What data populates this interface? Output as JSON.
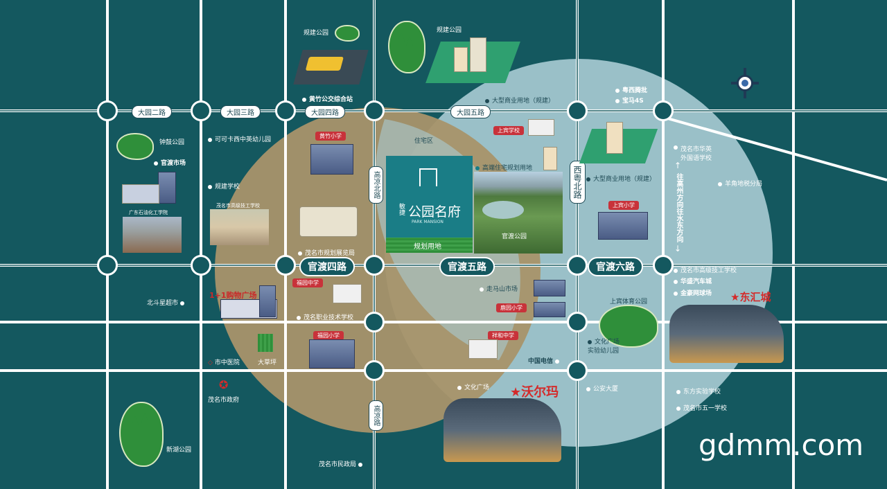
{
  "roads": {
    "h_top": [
      "大园二路",
      "大园三路",
      "大园四路",
      "大园五路"
    ],
    "h_mid": [
      "官渡四路",
      "官渡五路",
      "官渡六路"
    ],
    "v_left": "高凉北路",
    "v_right": "西粤北路",
    "v_bottom": "高凉路"
  },
  "project": {
    "brand": "敏捷",
    "name": "公园名府",
    "name_en": "PARK MANSION",
    "planned_land": "规划用地",
    "residential_zone": "住宅区",
    "high_end_land": "高端住宅规划用地",
    "park_label": "官渡公园"
  },
  "places": {
    "top_left_park": "规建公园",
    "top_mid_park": "规建公园",
    "bus_station": "黄竹公交综合站",
    "commercial_north": "大型商业用地（规建）",
    "commercial_east": "大型商业用地（规建）",
    "car_4s_1": "粤西腾批",
    "car_4s_2": "宝马4S",
    "zhonggu_park": "钟鼓公园",
    "guandu_market": "官渡市场",
    "kindergarten": "可可卡西中英幼儿园",
    "planned_school": "规建学校",
    "petro_school": "广东石油化工学院",
    "tech_school": "茂名市高级技工学校",
    "huangzhu_primary": "黄竹小学",
    "planning_hall": "茂名市规划展览局",
    "shopping_plaza": "1+1购物广场",
    "beidou": "北斗星超市",
    "vocational": "茂名职业技术学校",
    "jiaoyuan_middle": "福园中学",
    "fuyuan_primary": "福园小学",
    "chinese_medicine": "市中医院",
    "lawn": "大草坪",
    "gov": "茂名市政府",
    "xinhu_park": "新湖公园",
    "civil_affairs": "茂名市民政局",
    "zoushan_market": "走马山市场",
    "zhiyuan_primary": "鹿园小学",
    "xiangzhong_middle": "祥和中学",
    "china_telecom": "中国电信",
    "culture_square": "文化广场",
    "walmart": "沃尔玛",
    "shangbin_primary": "上宾小学",
    "shangbin_school": "上宾学校",
    "sports_park": "上宾体育公园",
    "culture_kinder": "文化广场\n实验幼儿园",
    "public_security": "公安大厦",
    "huaying_school": "茂名市华英\n外国语学校",
    "tax_bureau": "羊角地税分局",
    "tech_school_east": "茂名市高级技工学校",
    "huasheng_auto": "华盛汽车城",
    "jinhao_tennis": "金豪网球场",
    "donghui": "东汇城",
    "dongfang_school": "东方实验学校",
    "no5_middle": "茂名市五一学校",
    "to_gaozhou": "往高州方向",
    "to_shuidong": "往水东方向"
  },
  "watermark": "gdmm.com",
  "colors": {
    "background": "#14585f",
    "circle_blue": "#a8ccd4",
    "circle_tan": "#a8946a",
    "road": "#ffffff",
    "accent_red": "#d42a2a",
    "project_teal": "#1a7d86"
  }
}
